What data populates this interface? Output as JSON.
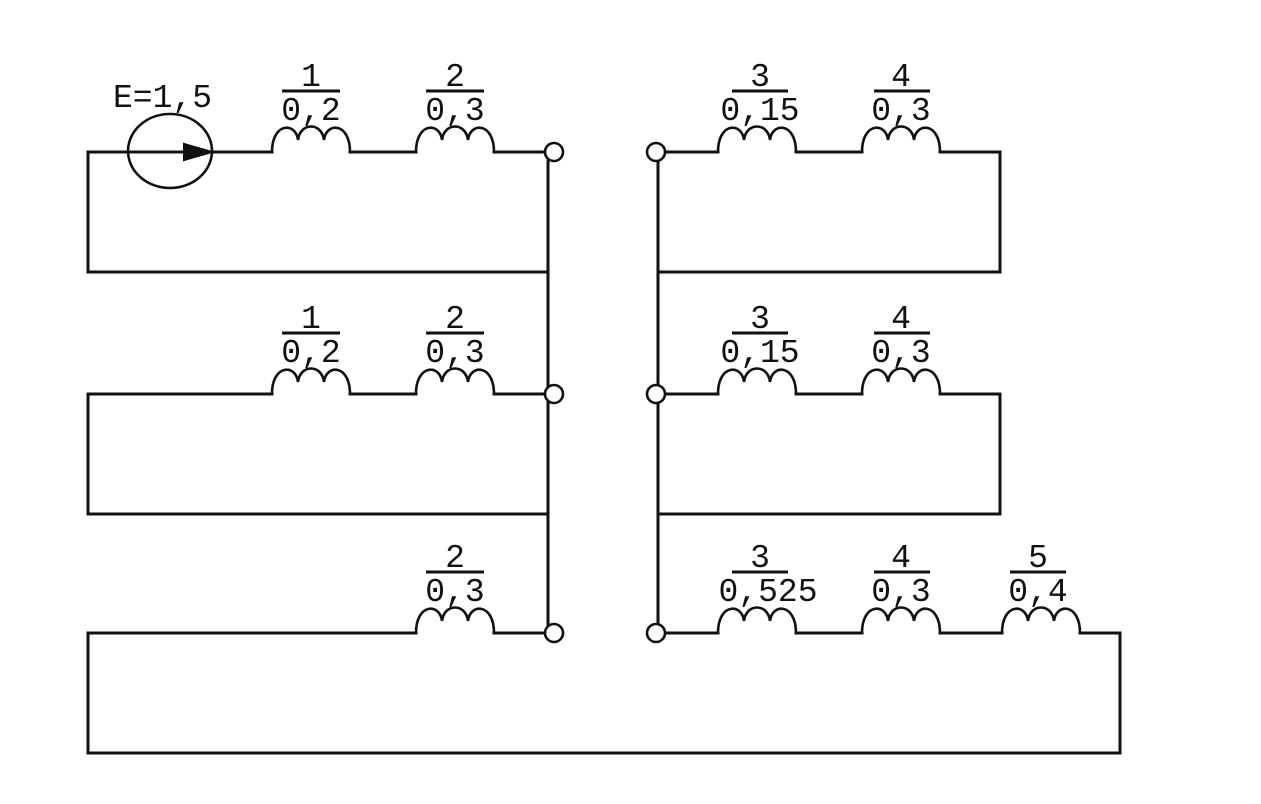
{
  "source": {
    "label": "E=1,5"
  },
  "left_bars": [
    {
      "coils": [
        {
          "num": "1",
          "den": "0,2"
        },
        {
          "num": "2",
          "den": "0,3"
        }
      ]
    },
    {
      "coils": [
        {
          "num": "1",
          "den": "0,2"
        },
        {
          "num": "2",
          "den": "0,3"
        }
      ]
    },
    {
      "coils": [
        {
          "num": "2",
          "den": "0,3"
        }
      ]
    }
  ],
  "right_bars": [
    {
      "coils": [
        {
          "num": "3",
          "den": "0,15"
        },
        {
          "num": "4",
          "den": "0,3"
        }
      ]
    },
    {
      "coils": [
        {
          "num": "3",
          "den": "0,15"
        },
        {
          "num": "4",
          "den": "0,3"
        }
      ]
    },
    {
      "coils": [
        {
          "num": "3",
          "den": "0,525"
        },
        {
          "num": "4",
          "den": "0,3"
        },
        {
          "num": "5",
          "den": "0,4"
        }
      ]
    }
  ]
}
